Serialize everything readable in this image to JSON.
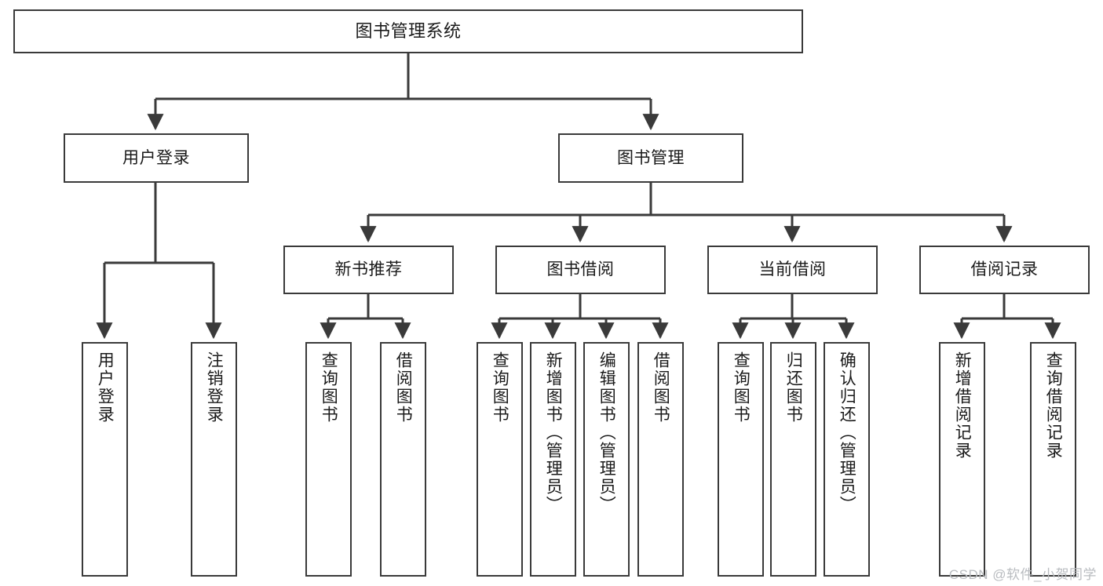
{
  "diagram": {
    "title": "图书管理系统",
    "type": "tree-hierarchy-diagram",
    "colors": {
      "box_border": "#3a3a3a",
      "box_fill": "#ffffff",
      "connector": "#3a3a3a",
      "text": "#1a1a1a",
      "watermark": "#b9bcc0",
      "background": "#ffffff"
    },
    "nodes": {
      "root": {
        "label": "图书管理系统"
      },
      "level2": [
        {
          "label": "用户登录"
        },
        {
          "label": "图书管理"
        }
      ],
      "level3": [
        {
          "label": "新书推荐"
        },
        {
          "label": "图书借阅"
        },
        {
          "label": "当前借阅"
        },
        {
          "label": "借阅记录"
        }
      ],
      "leaves": {
        "user_login": [
          {
            "label": "用户登录"
          },
          {
            "label": "注销登录"
          }
        ],
        "new_book": [
          {
            "label": "查询图书"
          },
          {
            "label": "借阅图书"
          }
        ],
        "book_borrow": [
          {
            "label": "查询图书"
          },
          {
            "label": "新增图书（管理员）"
          },
          {
            "label": "编辑图书（管理员）"
          },
          {
            "label": "借阅图书"
          }
        ],
        "current_borrow": [
          {
            "label": "查询图书"
          },
          {
            "label": "归还图书"
          },
          {
            "label": "确认归还（管理员）"
          }
        ],
        "borrow_record": [
          {
            "label": "新增借阅记录"
          },
          {
            "label": "查询借阅记录"
          }
        ]
      }
    },
    "watermark": "CSDN @软件_小贺同学"
  }
}
